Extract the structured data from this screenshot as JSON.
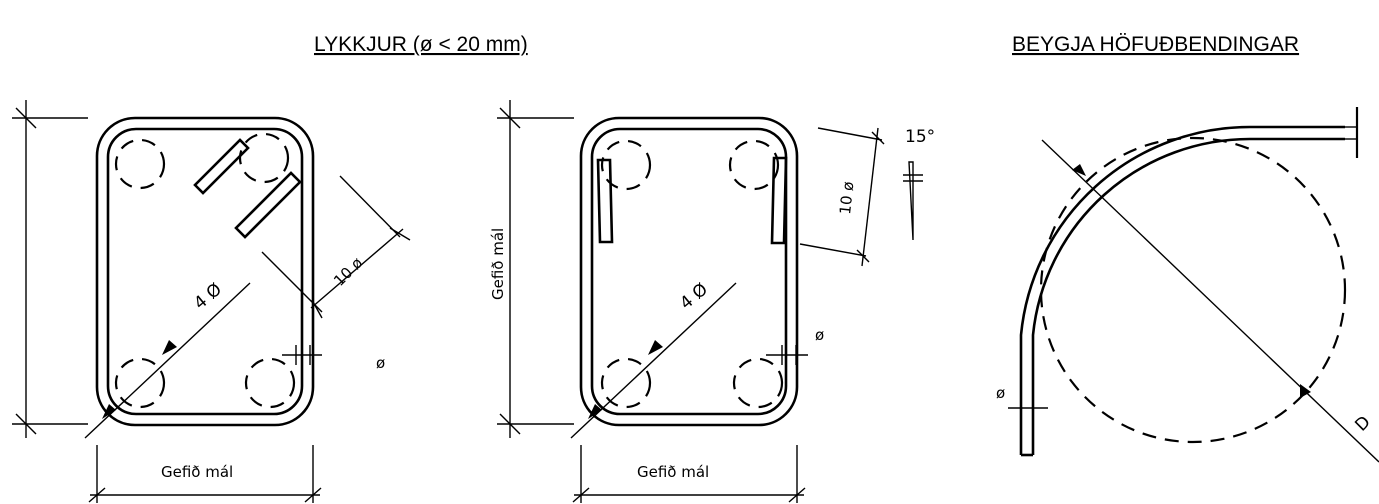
{
  "headings": {
    "stirrups": "LYKKJUR  (ø < 20 mm)",
    "bending": "BEYGJA HÖFUÐBENDINGAR"
  },
  "stirrup_a": {
    "diagonal_label": "4 Ø",
    "hook_label": "10 ø",
    "bar_label": "ø",
    "width_label": "Gefið mál"
  },
  "stirrup_b": {
    "diagonal_label": "4 Ø",
    "hook_label": "10 ø",
    "angle_label": "15°",
    "bar_label": "ø",
    "width_label": "Gefið mál",
    "height_label": "Gefið mál"
  },
  "bend": {
    "bar_label": "ø",
    "diameter_label": "D"
  }
}
